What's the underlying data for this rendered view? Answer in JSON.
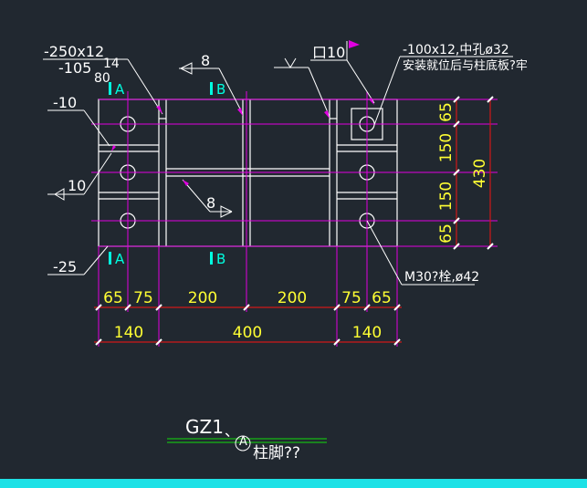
{
  "colors": {
    "background": "#212830",
    "outline": "#ffffff",
    "centerline": "#e100e1",
    "dimension_line": "#d01818",
    "dimension_text": "#ffff33",
    "section_mark": "#00ffe0",
    "bottom_bar": "#1ee1e6",
    "underline": "#18a018"
  },
  "labels": {
    "plate_250": "-250x12",
    "plate_105": "-105",
    "num_80": "80",
    "num_14": "14",
    "plate_10": "-10",
    "weld_10": "10",
    "plate_25": "-25",
    "weld_top_8": "8",
    "weld_mid_8": "8",
    "square_10": "口10",
    "plate_100": "-100x12,中孔ø32",
    "install_note": "安装就位后与柱底板?牢",
    "bolt_note": "M30?栓,ø42",
    "sect_a_top": "A",
    "sect_a_bottom": "A",
    "sect_b_top": "B",
    "sect_b_bottom": "B"
  },
  "dims": {
    "row1": [
      "65",
      "75",
      "200",
      "200",
      "75",
      "65"
    ],
    "row2": [
      "140",
      "400",
      "140"
    ],
    "vertical": [
      "65",
      "150",
      "150",
      "65"
    ],
    "total_vertical": "430"
  },
  "title": {
    "main": "GZ1",
    "sep": "、",
    "mark": "A",
    "suffix": "柱脚??"
  }
}
